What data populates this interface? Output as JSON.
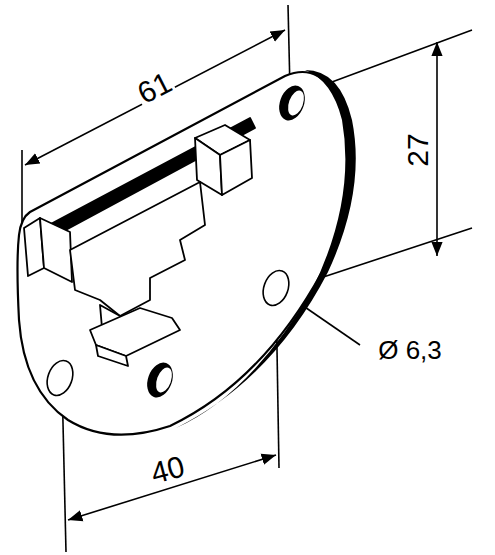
{
  "diagram": {
    "labels": [
      "61",
      "27",
      "Ø 6,3",
      "40"
    ]
  }
}
